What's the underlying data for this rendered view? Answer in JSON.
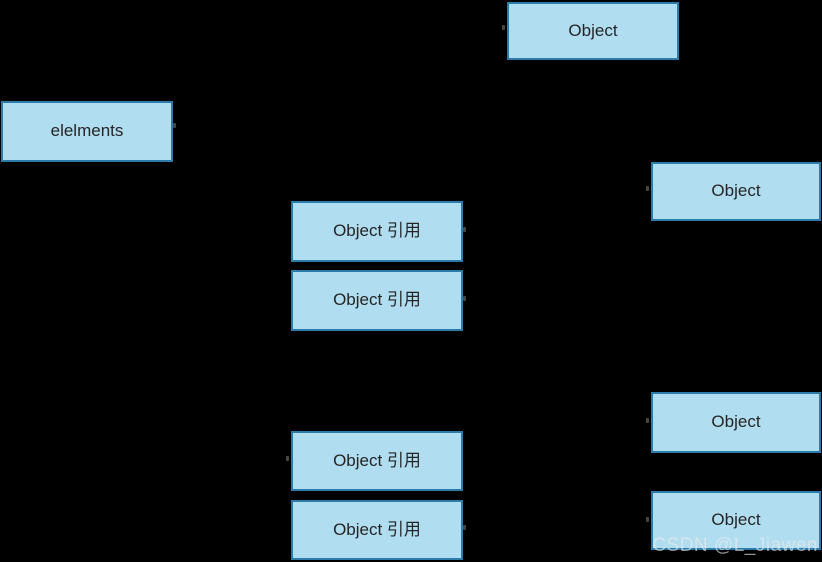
{
  "diagram": {
    "type": "object-reference-diagram",
    "colors": {
      "background": "#000000",
      "node_fill": "#b1ddf0",
      "node_border": "#2b7ca8",
      "node_text": "#252525"
    },
    "nodes": [
      {
        "id": "object-top",
        "label": "Object"
      },
      {
        "id": "elements",
        "label": "elelments"
      },
      {
        "id": "object-ref-1",
        "label": "Object 引用"
      },
      {
        "id": "object-ref-2",
        "label": "Object 引用"
      },
      {
        "id": "object-right-top",
        "label": "Object"
      },
      {
        "id": "object-ref-3",
        "label": "Object 引用"
      },
      {
        "id": "object-ref-4",
        "label": "Object 引用"
      },
      {
        "id": "object-right-mid",
        "label": "Object"
      },
      {
        "id": "object-right-bottom",
        "label": "Object"
      }
    ],
    "watermark": "CSDN @L_Jiawen"
  }
}
